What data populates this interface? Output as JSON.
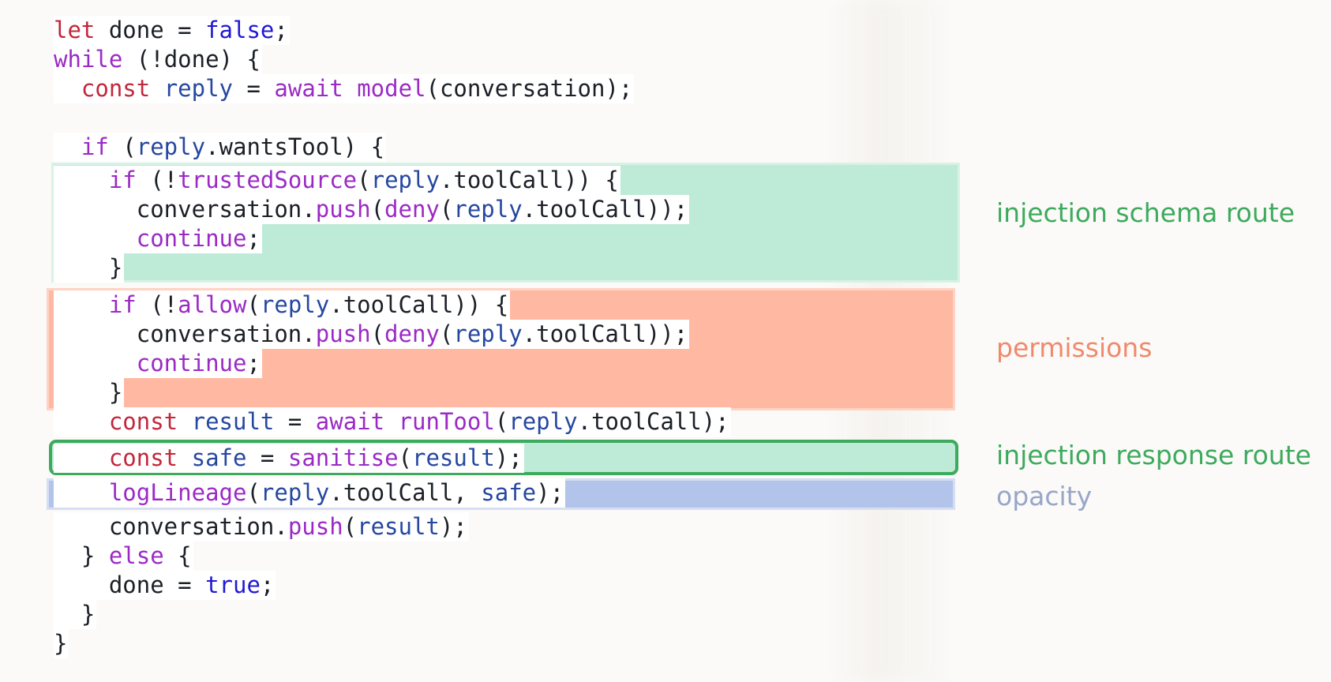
{
  "code_lines": [
    {
      "tokens": [
        {
          "t": "let",
          "c": "kw"
        },
        {
          "t": " done = ",
          "c": "pl"
        },
        {
          "t": "false",
          "c": "lit"
        },
        {
          "t": ";",
          "c": "pl"
        }
      ]
    },
    {
      "tokens": [
        {
          "t": "while",
          "c": "ctl"
        },
        {
          "t": " (!done) {",
          "c": "pl"
        }
      ]
    },
    {
      "tokens": [
        {
          "t": "  ",
          "c": "pl"
        },
        {
          "t": "const",
          "c": "kw"
        },
        {
          "t": " ",
          "c": "pl"
        },
        {
          "t": "reply",
          "c": "id"
        },
        {
          "t": " = ",
          "c": "pl"
        },
        {
          "t": "await",
          "c": "ctl"
        },
        {
          "t": " ",
          "c": "pl"
        },
        {
          "t": "model",
          "c": "ctl"
        },
        {
          "t": "(conversation);",
          "c": "pl"
        }
      ]
    },
    {
      "tokens": []
    },
    {
      "tokens": [
        {
          "t": "  ",
          "c": "pl"
        },
        {
          "t": "if",
          "c": "ctl"
        },
        {
          "t": " (",
          "c": "pl"
        },
        {
          "t": "reply",
          "c": "id"
        },
        {
          "t": ".wantsTool) {",
          "c": "pl"
        }
      ]
    },
    {
      "tokens": [
        {
          "t": "    ",
          "c": "pl"
        },
        {
          "t": "if",
          "c": "ctl"
        },
        {
          "t": " (!",
          "c": "pl"
        },
        {
          "t": "trustedSource",
          "c": "ctl"
        },
        {
          "t": "(",
          "c": "pl"
        },
        {
          "t": "reply",
          "c": "id"
        },
        {
          "t": ".toolCall)) {",
          "c": "pl"
        }
      ]
    },
    {
      "tokens": [
        {
          "t": "      conversation.",
          "c": "pl"
        },
        {
          "t": "push",
          "c": "ctl"
        },
        {
          "t": "(",
          "c": "pl"
        },
        {
          "t": "deny",
          "c": "ctl"
        },
        {
          "t": "(",
          "c": "pl"
        },
        {
          "t": "reply",
          "c": "id"
        },
        {
          "t": ".toolCall));",
          "c": "pl"
        }
      ]
    },
    {
      "tokens": [
        {
          "t": "      ",
          "c": "pl"
        },
        {
          "t": "continue",
          "c": "ctl"
        },
        {
          "t": ";",
          "c": "pl"
        }
      ]
    },
    {
      "tokens": [
        {
          "t": "    }",
          "c": "pl"
        }
      ]
    },
    {
      "tokens": [
        {
          "t": "    ",
          "c": "pl"
        },
        {
          "t": "if",
          "c": "ctl"
        },
        {
          "t": " (!",
          "c": "pl"
        },
        {
          "t": "allow",
          "c": "ctl"
        },
        {
          "t": "(",
          "c": "pl"
        },
        {
          "t": "reply",
          "c": "id"
        },
        {
          "t": ".toolCall)) {",
          "c": "pl"
        }
      ]
    },
    {
      "tokens": [
        {
          "t": "      conversation.",
          "c": "pl"
        },
        {
          "t": "push",
          "c": "ctl"
        },
        {
          "t": "(",
          "c": "pl"
        },
        {
          "t": "deny",
          "c": "ctl"
        },
        {
          "t": "(",
          "c": "pl"
        },
        {
          "t": "reply",
          "c": "id"
        },
        {
          "t": ".toolCall));",
          "c": "pl"
        }
      ]
    },
    {
      "tokens": [
        {
          "t": "      ",
          "c": "pl"
        },
        {
          "t": "continue",
          "c": "ctl"
        },
        {
          "t": ";",
          "c": "pl"
        }
      ]
    },
    {
      "tokens": [
        {
          "t": "    }",
          "c": "pl"
        }
      ]
    },
    {
      "tokens": [
        {
          "t": "    ",
          "c": "pl"
        },
        {
          "t": "const",
          "c": "kw"
        },
        {
          "t": " ",
          "c": "pl"
        },
        {
          "t": "result",
          "c": "id"
        },
        {
          "t": " = ",
          "c": "pl"
        },
        {
          "t": "await",
          "c": "ctl"
        },
        {
          "t": " ",
          "c": "pl"
        },
        {
          "t": "runTool",
          "c": "ctl"
        },
        {
          "t": "(",
          "c": "pl"
        },
        {
          "t": "reply",
          "c": "id"
        },
        {
          "t": ".toolCall);",
          "c": "pl"
        }
      ]
    },
    {
      "tokens": [
        {
          "t": "    ",
          "c": "pl"
        },
        {
          "t": "const",
          "c": "kw"
        },
        {
          "t": " ",
          "c": "pl"
        },
        {
          "t": "safe",
          "c": "id"
        },
        {
          "t": " = ",
          "c": "pl"
        },
        {
          "t": "sanitise",
          "c": "ctl"
        },
        {
          "t": "(",
          "c": "pl"
        },
        {
          "t": "result",
          "c": "id"
        },
        {
          "t": ");",
          "c": "pl"
        }
      ]
    },
    {
      "tokens": [
        {
          "t": "    ",
          "c": "pl"
        },
        {
          "t": "logLineage",
          "c": "ctl"
        },
        {
          "t": "(",
          "c": "pl"
        },
        {
          "t": "reply",
          "c": "id"
        },
        {
          "t": ".toolCall, ",
          "c": "pl"
        },
        {
          "t": "safe",
          "c": "id"
        },
        {
          "t": ");",
          "c": "pl"
        }
      ]
    },
    {
      "tokens": [
        {
          "t": "    conversation.",
          "c": "pl"
        },
        {
          "t": "push",
          "c": "ctl"
        },
        {
          "t": "(",
          "c": "pl"
        },
        {
          "t": "result",
          "c": "id"
        },
        {
          "t": ");",
          "c": "pl"
        }
      ]
    },
    {
      "tokens": [
        {
          "t": "  } ",
          "c": "pl"
        },
        {
          "t": "else",
          "c": "ctl"
        },
        {
          "t": " {",
          "c": "pl"
        }
      ]
    },
    {
      "tokens": [
        {
          "t": "    done = ",
          "c": "pl"
        },
        {
          "t": "true",
          "c": "lit"
        },
        {
          "t": ";",
          "c": "pl"
        }
      ]
    },
    {
      "tokens": [
        {
          "t": "  }",
          "c": "pl"
        }
      ]
    },
    {
      "tokens": [
        {
          "t": "}",
          "c": "pl"
        }
      ]
    }
  ],
  "annotations": {
    "schema": {
      "label": "injection schema route",
      "color": "#3daa5d"
    },
    "permissions": {
      "label": "permissions",
      "color": "#f0896b"
    },
    "response": {
      "label": "injection response route",
      "color": "#3daa5d"
    },
    "opacity": {
      "label": "opacity",
      "color": "#98a6c8"
    }
  },
  "colors": {
    "background": "#fbfaf8",
    "schema_fill": "#bdebd7",
    "permissions_fill": "#ffb9a3",
    "response_border": "#3daa5d",
    "opacity_fill": "#b3c4ea"
  }
}
